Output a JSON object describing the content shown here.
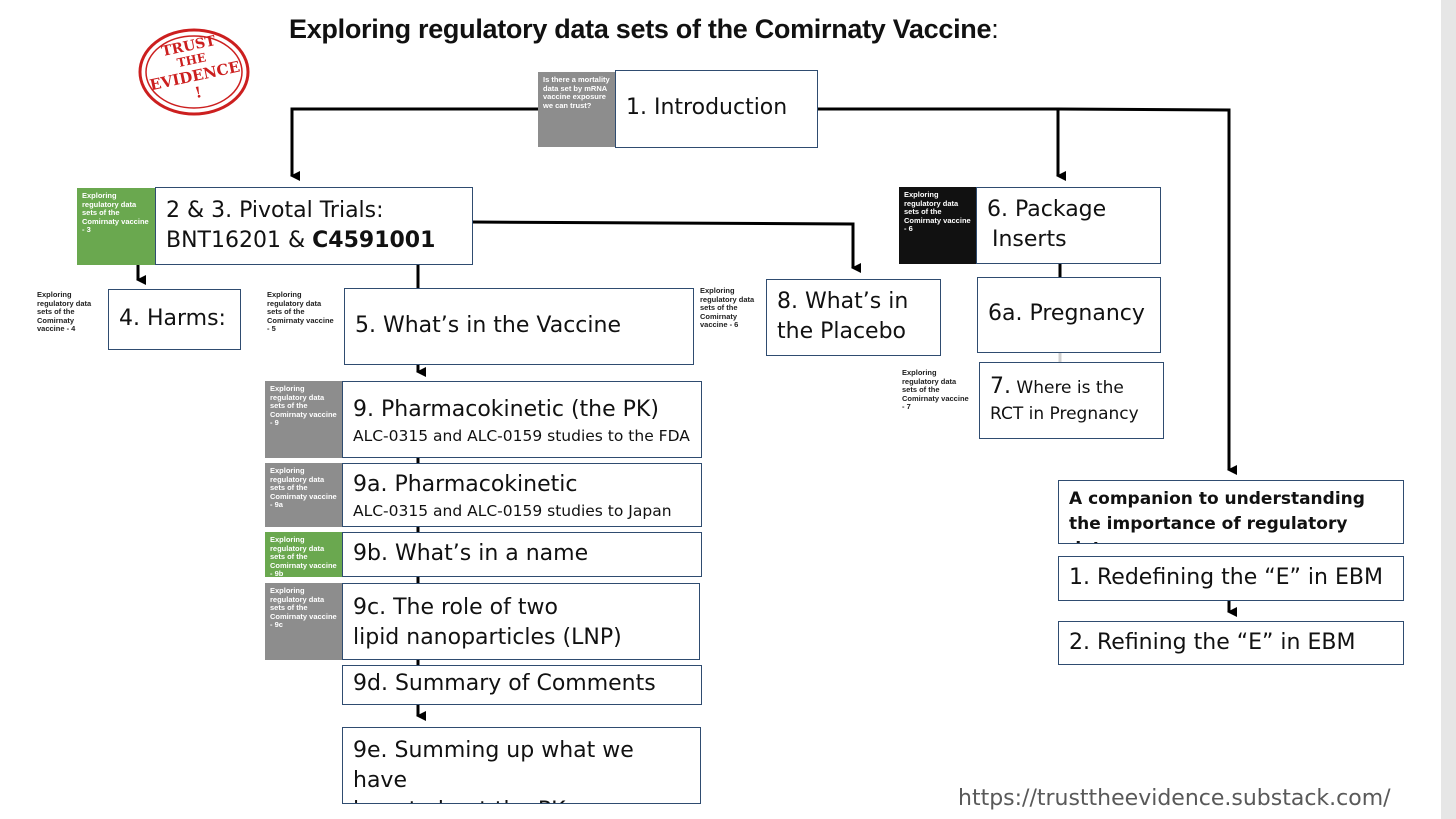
{
  "title": {
    "main": "Exploring regulatory data sets of the Comirnaty Vaccine",
    "colon": ":"
  },
  "logo": {
    "line1": "TRUST",
    "line2": "THE",
    "line3": "EVIDENCE",
    "mark": "!"
  },
  "nodes": {
    "n1": {
      "label": "1. Introduction"
    },
    "n2": {
      "line1": "2 & 3. Pivotal Trials:",
      "line2_prefix": "BNT16201 & ",
      "line2_bold": "C4591001"
    },
    "n4": {
      "label": "4. Harms:"
    },
    "n5": {
      "label": "5. What’s in the  Vaccine"
    },
    "n6": {
      "line1": "6. Package",
      "line2": "Inserts"
    },
    "n6a": {
      "label": "6a. Pregnancy"
    },
    "n7": {
      "num": "7.",
      "line1": " Where is the",
      "line2": "RCT in Pregnancy"
    },
    "n8": {
      "line1": "8. What’s in",
      "line2": "the Placebo"
    },
    "n9": {
      "label": "9. Pharmacokinetic (the PK)",
      "sub": "ALC-0315 and ALC-0159 studies to the FDA"
    },
    "n9a": {
      "label": "9a. Pharmacokinetic",
      "sub": "ALC-0315 and ALC-0159 studies to Japan"
    },
    "n9b": {
      "label": "9b. What’s in a name"
    },
    "n9c": {
      "line1": "9c. The role of two",
      "line2": "lipid nanoparticles (LNP)"
    },
    "n9d": {
      "label": "9d. Summary of Comments"
    },
    "n9e": {
      "line1": "9e. Summing up what we have",
      "line2": "learnt about the PK"
    }
  },
  "companion": {
    "header1": "A companion to understanding",
    "header2": "the importance of regulatory data",
    "item1": "1. Redefining the “E” in EBM",
    "item2": "2. Refining the “E” in EBM"
  },
  "thumbnails": {
    "t1": {
      "title": "Is there a mortality data set by mRNA vaccine exposure we can trust?"
    },
    "t2": {
      "title": "Exploring regulatory data sets of the Comirnaty vaccine - 3"
    },
    "t4": {
      "title": "Exploring regulatory data sets of the Comirnaty vaccine - 4"
    },
    "t5": {
      "title": "Exploring regulatory data sets of the Comirnaty vaccine - 5"
    },
    "t6": {
      "title": "Exploring regulatory data sets of the Comirnaty vaccine - 6"
    },
    "t6b": {
      "title": "Exploring regulatory data sets of the Comirnaty vaccine - 6"
    },
    "t7": {
      "title": "Exploring regulatory data sets of the Comirnaty vaccine - 7"
    },
    "t9": {
      "title": "Exploring regulatory data sets of the Comirnaty vaccine - 9"
    },
    "t9a": {
      "title": "Exploring regulatory data sets of the Comirnaty vaccine - 9a"
    },
    "t9b": {
      "title": "Exploring regulatory data sets of the Comirnaty vaccine - 9b"
    },
    "t9c": {
      "title": "Exploring regulatory data sets of the Comirnaty vaccine - 9c"
    }
  },
  "url": "https://trusttheevidence.substack.com/",
  "colors": {
    "border": "#2f4c70",
    "green": "#6aa84f",
    "stamp": "#cc1f1f",
    "line": "#000000"
  }
}
